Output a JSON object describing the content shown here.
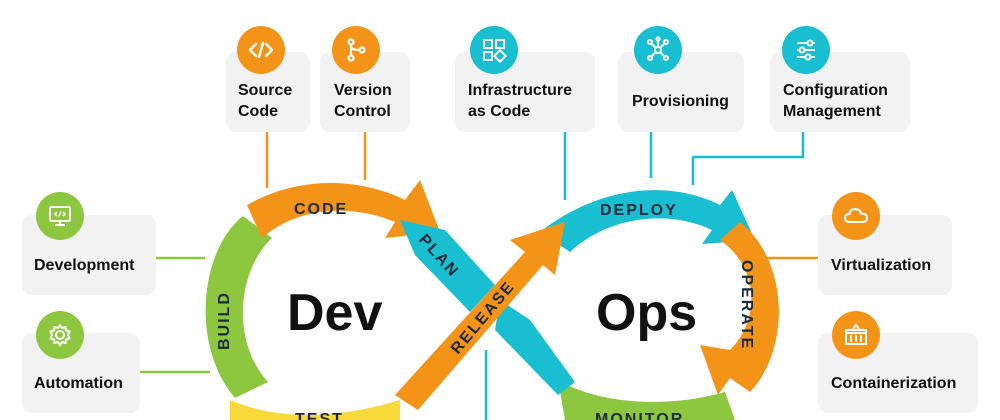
{
  "top_cards": [
    {
      "lines": [
        "Source",
        "Code"
      ],
      "icon": "code-brackets-icon"
    },
    {
      "lines": [
        "Version",
        "Control"
      ],
      "icon": "git-branch-icon"
    },
    {
      "lines": [
        "Infrastructure",
        "as Code"
      ],
      "icon": "infrastructure-blocks-icon"
    },
    {
      "lines": [
        "Provisioning"
      ],
      "icon": "network-nodes-icon"
    },
    {
      "lines": [
        "Configuration",
        "Management"
      ],
      "icon": "sliders-icon"
    }
  ],
  "left_cards": [
    {
      "label": "Development",
      "icon": "monitor-code-icon"
    },
    {
      "label": "Automation",
      "icon": "gear-icon"
    }
  ],
  "right_cards": [
    {
      "label": "Virtualization",
      "icon": "cloud-icon"
    },
    {
      "label": "Containerization",
      "icon": "container-icon"
    }
  ],
  "loop": {
    "dev": "Dev",
    "ops": "Ops",
    "stages": {
      "code": "CODE",
      "plan": "PLAN",
      "build": "BUILD",
      "test": "TEST",
      "release": "RELEASE",
      "deploy": "DEPLOY",
      "operate": "OPERATE",
      "monitor": "MONITOR"
    }
  },
  "colors": {
    "orange": "#f39318",
    "teal": "#19bed0",
    "green": "#8dc63f",
    "yellow": "#f7d93a",
    "card_bg": "#f2f2f3"
  }
}
